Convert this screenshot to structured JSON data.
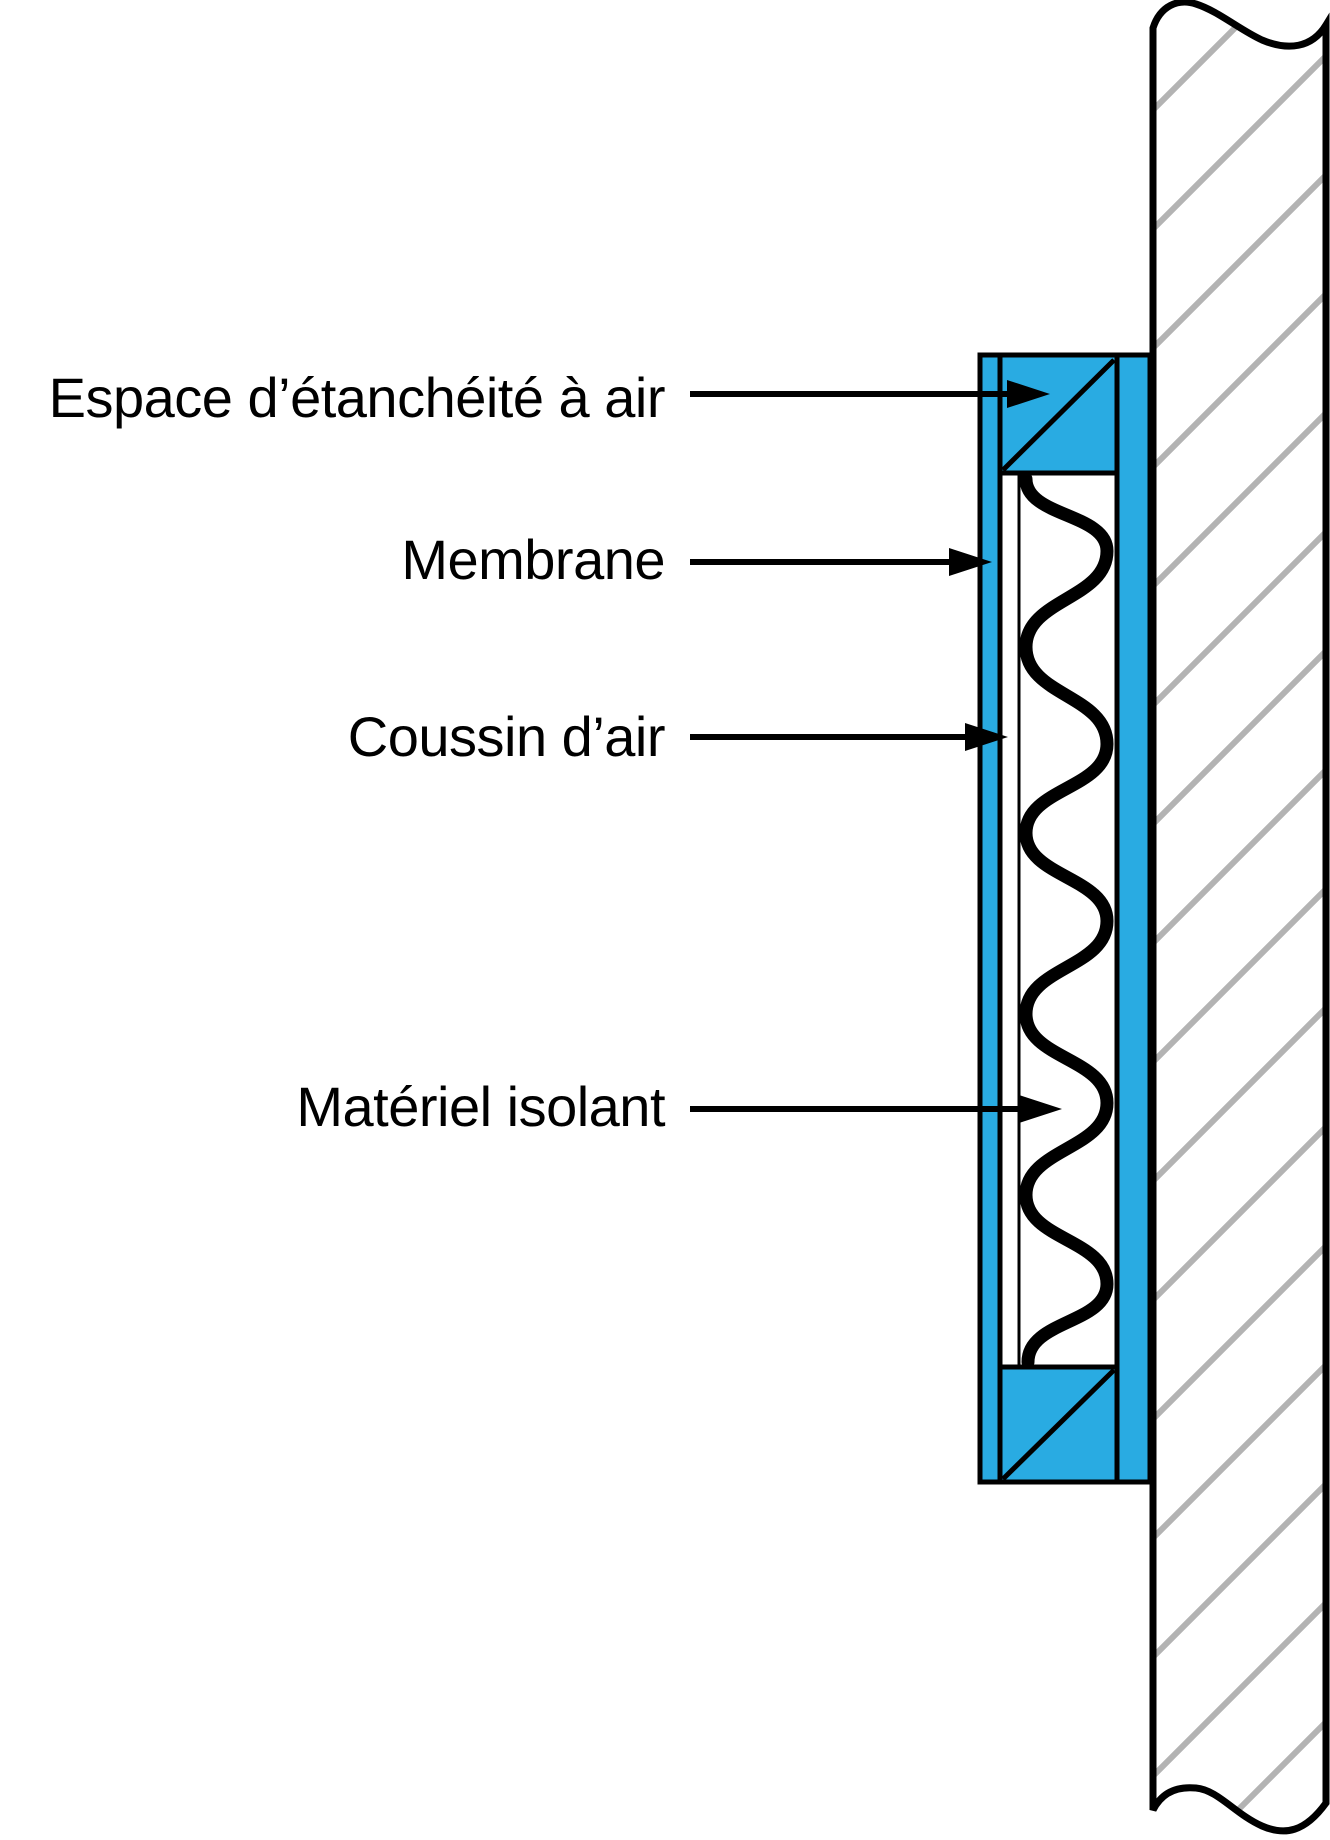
{
  "colors": {
    "panel_blue": "#29ABE2",
    "hatch_gray": "#B3B3B3",
    "ink": "#000000",
    "background": "#FFFFFF"
  },
  "callouts": [
    {
      "label": "Espace d’étanchéité à air",
      "points_to": "air-seal-block-top"
    },
    {
      "label": "Membrane",
      "points_to": "membrane-strip"
    },
    {
      "label": "Coussin d’air",
      "points_to": "air-cushion-gap"
    },
    {
      "label": "Matériel isolant",
      "points_to": "insulation-batt-wave"
    }
  ]
}
